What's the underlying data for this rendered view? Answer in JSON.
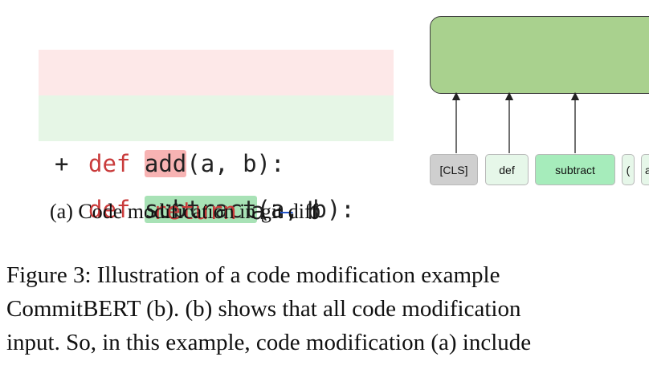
{
  "panel_a": {
    "rows": [
      {
        "marker": "–",
        "keyword": "def",
        "name": "add",
        "rest": "(a, b):"
      },
      {
        "marker": "+",
        "keyword": "def",
        "name": "subtract",
        "rest": "(a, b):"
      }
    ],
    "context": {
      "keyword": "return",
      "left": "a",
      "op": "–",
      "right": "b"
    },
    "caption": "(a) Code modification in git diff"
  },
  "panel_b": {
    "tokens": [
      "[CLS]",
      "def",
      "subtract",
      "(",
      "a"
    ]
  },
  "figure_caption": {
    "lines": [
      "Figure 3:   Illustration of a code modification example",
      "CommitBERT (b).  (b) shows that all code modification",
      "input. So, in this example, code modification (a) include"
    ]
  },
  "colors": {
    "removed_bg": "#fde8e8",
    "removed_highlight": "#f7b3b3",
    "added_bg": "#e6f6e6",
    "added_highlight": "#a8e2b6",
    "keyword": "#c93b3b",
    "model_box": "#a9d18e"
  }
}
